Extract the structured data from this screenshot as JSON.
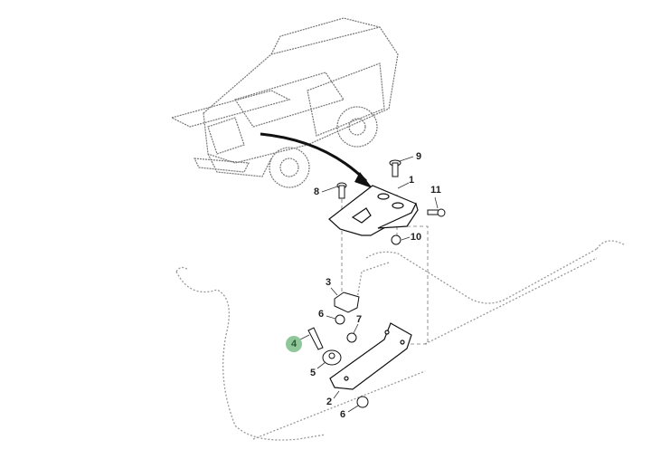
{
  "diagram": {
    "highlight_color": "#8fc79a",
    "callouts": [
      {
        "id": "9",
        "label": "9"
      },
      {
        "id": "1",
        "label": "1"
      },
      {
        "id": "8",
        "label": "8"
      },
      {
        "id": "11",
        "label": "11"
      },
      {
        "id": "10",
        "label": "10"
      },
      {
        "id": "3",
        "label": "3"
      },
      {
        "id": "6a",
        "label": "6"
      },
      {
        "id": "7",
        "label": "7"
      },
      {
        "id": "4",
        "label": "4",
        "highlighted": true
      },
      {
        "id": "5",
        "label": "5"
      },
      {
        "id": "2",
        "label": "2"
      },
      {
        "id": "6b",
        "label": "6"
      }
    ]
  }
}
